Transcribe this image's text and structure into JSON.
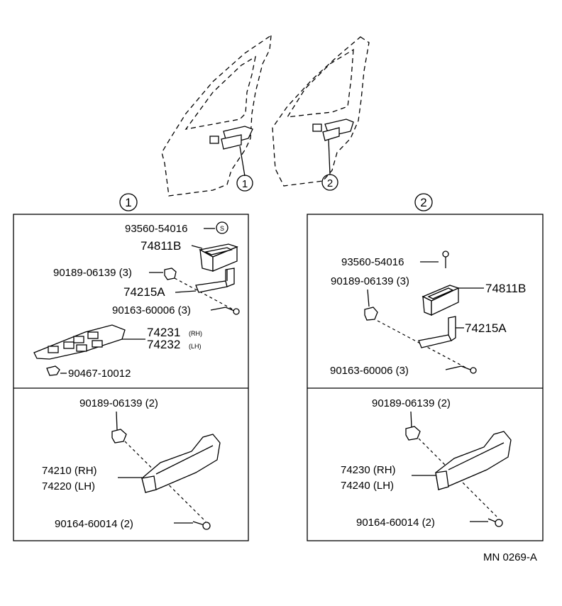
{
  "callouts": {
    "c1": "1",
    "c2": "2"
  },
  "panel1": {
    "upper": {
      "p_93560": "93560-54016",
      "p_93560_mark": "S",
      "p_74811b": "74811B",
      "p_90189": "90189-06139 (3)",
      "p_74215a": "74215A",
      "p_90163": "90163-60006 (3)",
      "p_74231": "74231",
      "p_74231_sub": "(RH)",
      "p_74232": "74232",
      "p_74232_sub": "(LH)",
      "p_90467": "90467-10012"
    },
    "lower": {
      "p_90189": "90189-06139 (2)",
      "p_74210": "74210 (RH)",
      "p_74220": "74220 (LH)",
      "p_90164": "90164-60014 (2)"
    }
  },
  "panel2": {
    "upper": {
      "p_93560": "93560-54016",
      "p_90189": "90189-06139 (3)",
      "p_74811b": "74811B",
      "p_74215a": "74215A",
      "p_90163": "90163-60006 (3)"
    },
    "lower": {
      "p_90189": "90189-06139 (2)",
      "p_74230": "74230 (RH)",
      "p_74240": "74240 (LH)",
      "p_90164": "90164-60014 (2)"
    }
  },
  "footer": {
    "code": "MN 0269-A"
  }
}
